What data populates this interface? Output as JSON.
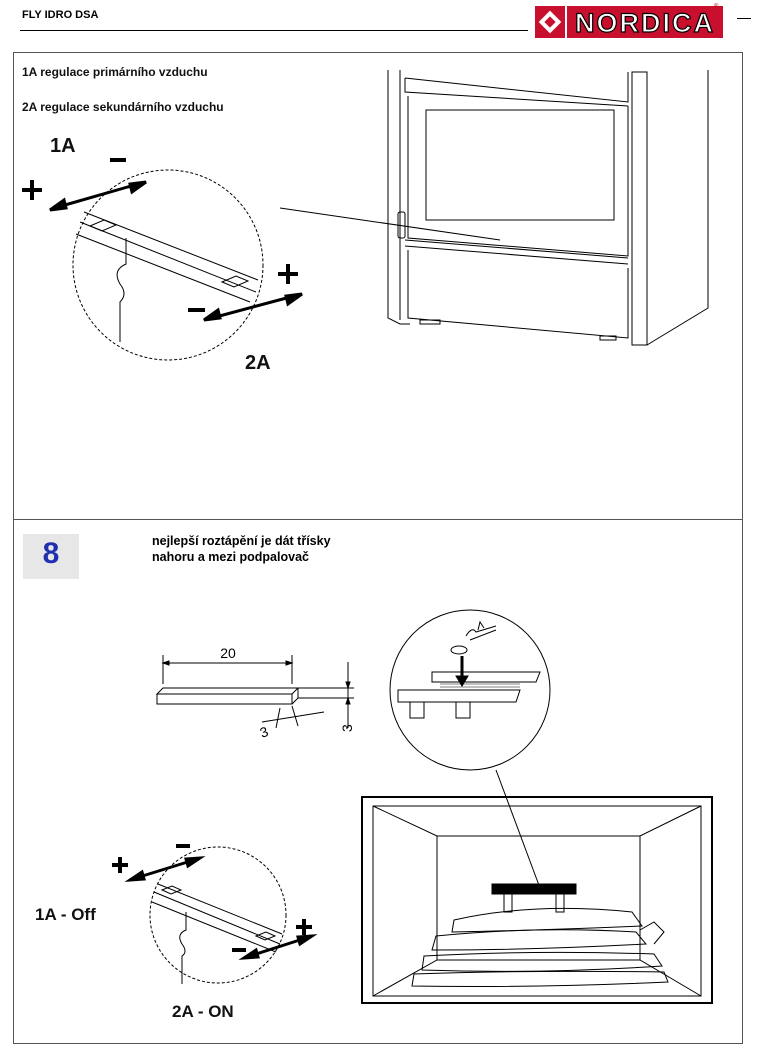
{
  "header": {
    "model": "FLY IDRO DSA",
    "brand": "NORDICA",
    "brand_color": "#c8102e"
  },
  "section1": {
    "caption_1a": "1A regulace primárního vzduchu",
    "caption_2a": "2A regulace sekundárního vzduchu",
    "label_1a": "1A",
    "label_2a": "2A",
    "plus": "+",
    "minus": "−"
  },
  "section2": {
    "step_number": "8",
    "instruction_line1": "nejlepší roztápění je dát třísky",
    "instruction_line2": "nahoru a mezi podpalovač",
    "dim_length": "20",
    "dim_width": "3",
    "dim_height": "3",
    "label_1a_off": "1A - Off",
    "label_2a_on": "2A - ON"
  }
}
